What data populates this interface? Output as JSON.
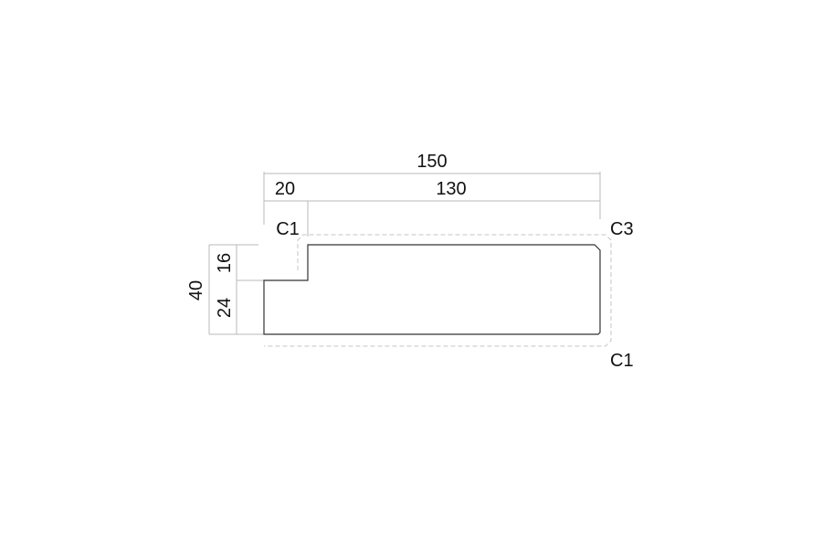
{
  "drawing": {
    "dimensions": {
      "overall_width": "150",
      "step_width": "20",
      "main_width": "130",
      "overall_height": "40",
      "upper_height": "16",
      "lower_height": "24"
    },
    "chamfers": {
      "inner_step": "C1",
      "top_right": "C3",
      "bottom_right": "C1"
    }
  }
}
